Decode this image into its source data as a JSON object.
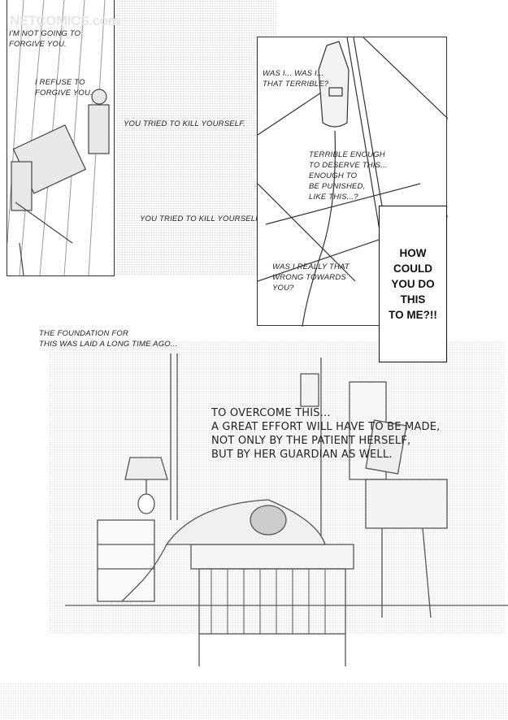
{
  "watermark": "NETCOMICS.com",
  "panel1": {
    "caption1": "I'M NOT GOING TO\nFORGIVE YOU.",
    "caption2": "I REFUSE TO\nFORGIVE YOU."
  },
  "middle": {
    "line1": "YOU TRIED TO KILL YOURSELF.",
    "line2": "YOU TRIED TO KILL YOURSELF!"
  },
  "panel2": {
    "caption1": "WAS I... WAS I...\nTHAT TERRIBLE?",
    "caption2": "TERRIBLE ENOUGH\nTO DESERVE THIS...\nENOUGH TO\nBE PUNISHED,\nLIKE THIS...?",
    "caption3": "WAS I REALLY THAT\nWRONG TOWARDS\nYOU?"
  },
  "shout_box": "HOW COULD\nYOU DO THIS\nTO ME?!!",
  "foundation": "THE FOUNDATION FOR\nTHIS WAS LAID A LONG TIME AGO...",
  "bottom": {
    "narration": "TO OVERCOME THIS...\nA GREAT EFFORT WILL HAVE TO BE MADE,\nNOT ONLY BY THE PATIENT HERSELF,\nBUT BY HER GUARDIAN AS WELL."
  }
}
